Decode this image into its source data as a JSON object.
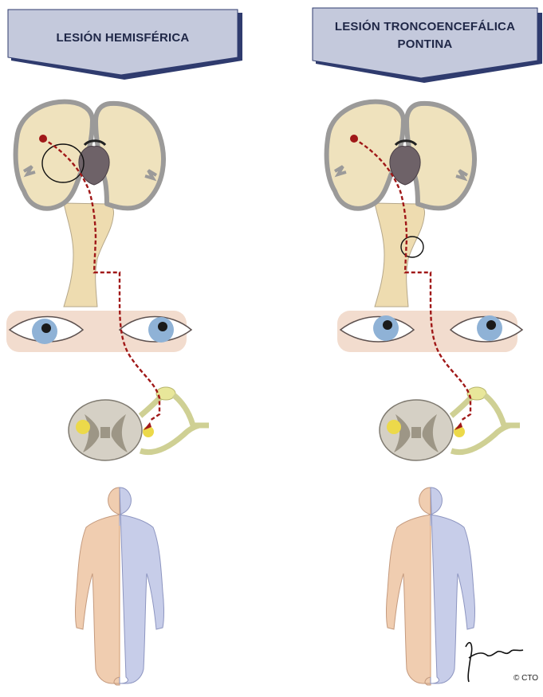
{
  "panels": [
    {
      "id": "left",
      "title_lines": [
        "LESIÓN HEMISFÉRICA"
      ]
    },
    {
      "id": "right",
      "title_lines": [
        "LESIÓN TRONCOENCEFÁLICA",
        "PONTINA"
      ]
    }
  ],
  "copyright": "© CTO",
  "colors": {
    "banner_fill": "#c4c9dc",
    "banner_shadow": "#2f3b6e",
    "pathway": "#a01818",
    "brain_tissue": "#efe2bd",
    "brain_cortex": "#9b9a99",
    "ventricle": "#6e6268",
    "iris": "#8fb2d6",
    "skin_left": "#f0cdb0",
    "skin_right": "#c7cde9",
    "spinal_gray": "#9d9686",
    "ganglion": "#e8e79a",
    "lesion_yellow": "#ecd94a"
  }
}
